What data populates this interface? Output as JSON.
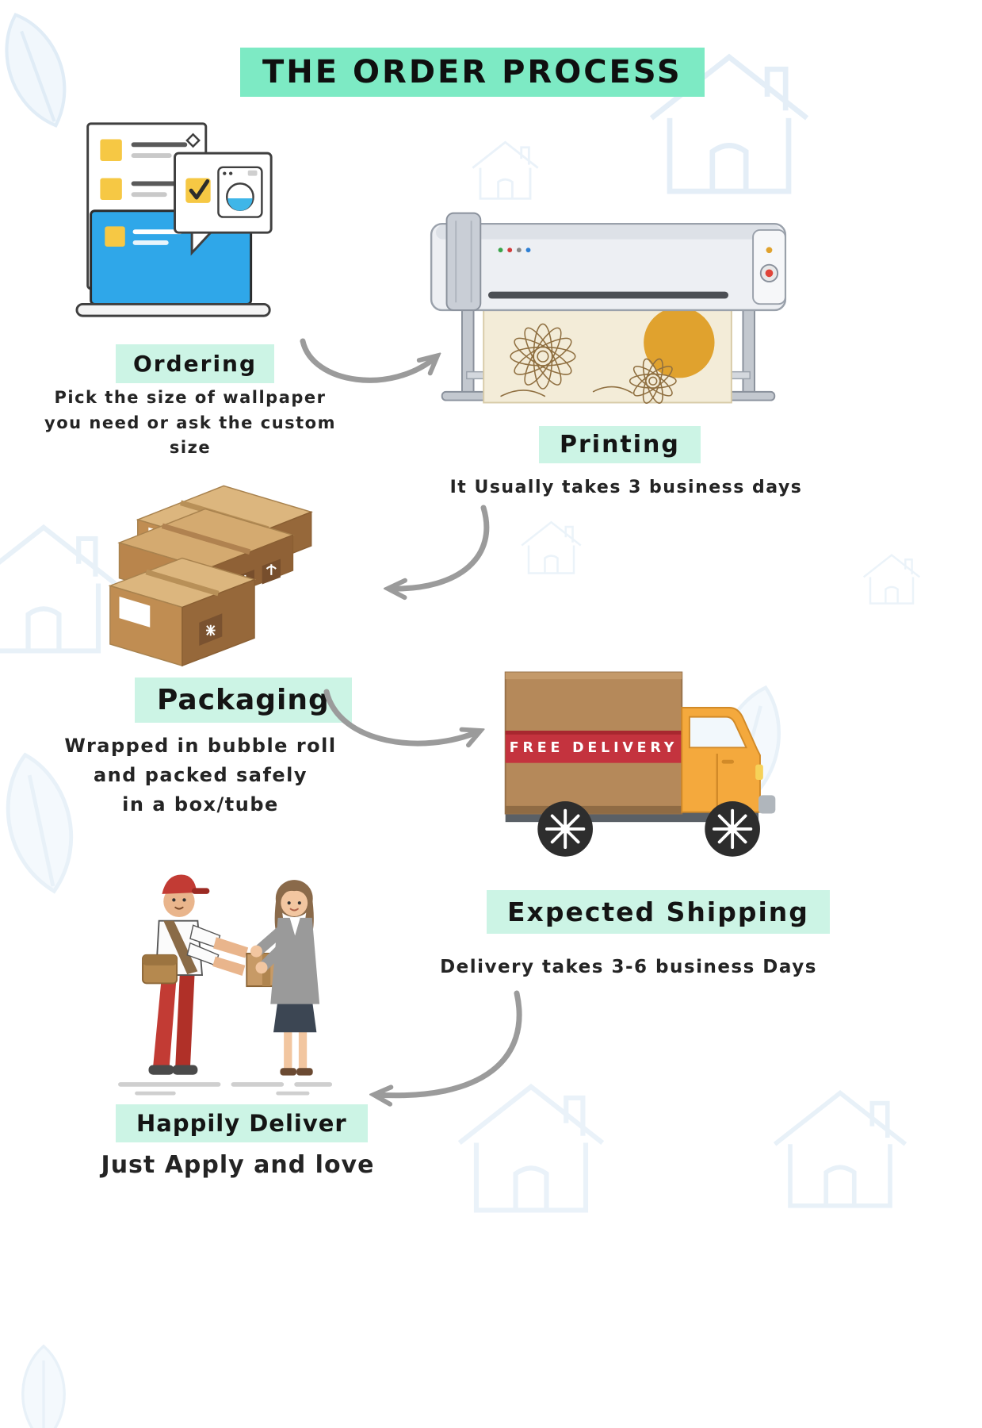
{
  "title": "THE ORDER PROCESS",
  "steps": {
    "ordering": {
      "label": "Ordering",
      "description": "Pick the size of wallpaper\nyou need or ask the custom size"
    },
    "printing": {
      "label": "Printing",
      "description": "It Usually takes 3 business days"
    },
    "packaging": {
      "label": "Packaging",
      "description": "Wrapped in bubble roll\nand  packed safely\nin a box/tube"
    },
    "shipping": {
      "label": "Expected Shipping",
      "description": "Delivery takes 3-6 business Days"
    },
    "deliver": {
      "label": "Happily Deliver",
      "description": "Just Apply and love"
    }
  },
  "truck": {
    "banner": "FREE DELIVERY"
  },
  "colors": {
    "title_bg": "#7deac4",
    "label_bg": "#ccf4e5",
    "arrow": "#9b9b9b",
    "banner_red": "#c4333e",
    "truck_cab": "#f4a93d",
    "cargo_brown": "#b5895a",
    "box_top": "#dcb67e",
    "box_front": "#c08d52",
    "box_side": "#96683a",
    "text": "#1d1d1d"
  }
}
